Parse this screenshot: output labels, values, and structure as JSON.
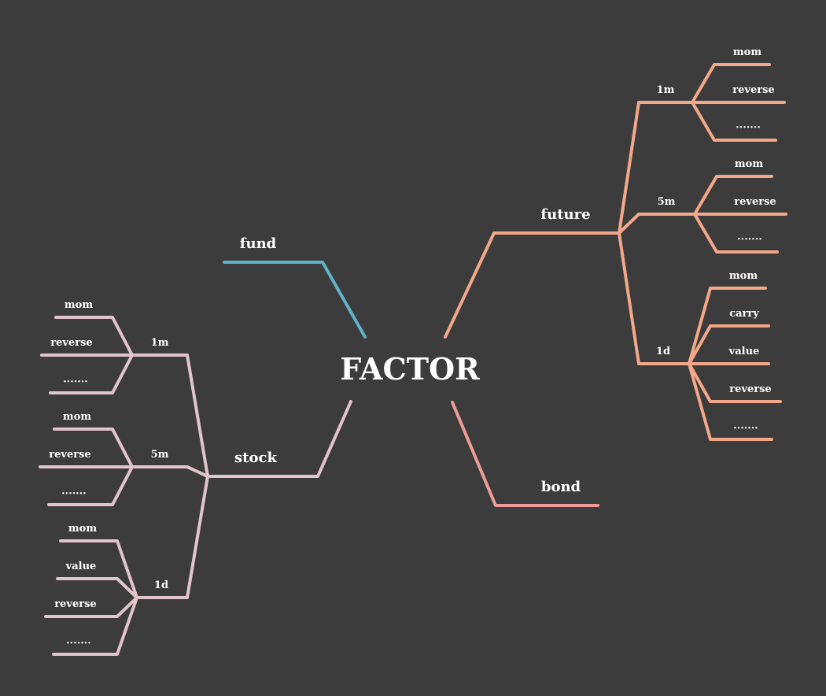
{
  "center": {
    "label": "FACTOR"
  },
  "colors": {
    "background": "#3c3c3c",
    "fund": "#5fb3c8",
    "future": "#f4a88a",
    "bond": "#ee9c97",
    "stock": "#e2c4cc",
    "text": "#ffffff"
  },
  "branches": {
    "fund": {
      "label": "fund"
    },
    "bond": {
      "label": "bond"
    },
    "future": {
      "label": "future",
      "groups": [
        {
          "label": "1m",
          "leaves": [
            "mom",
            "reverse",
            "·······"
          ]
        },
        {
          "label": "5m",
          "leaves": [
            "mom",
            "reverse",
            "·······"
          ]
        },
        {
          "label": "1d",
          "leaves": [
            "mom",
            "carry",
            "value",
            "reverse",
            "·······"
          ]
        }
      ]
    },
    "stock": {
      "label": "stock",
      "groups": [
        {
          "label": "1m",
          "leaves": [
            "mom",
            "reverse",
            "·······"
          ]
        },
        {
          "label": "5m",
          "leaves": [
            "mom",
            "reverse",
            "·······"
          ]
        },
        {
          "label": "1d",
          "leaves": [
            "mom",
            "value",
            "reverse",
            "·······"
          ]
        }
      ]
    }
  }
}
